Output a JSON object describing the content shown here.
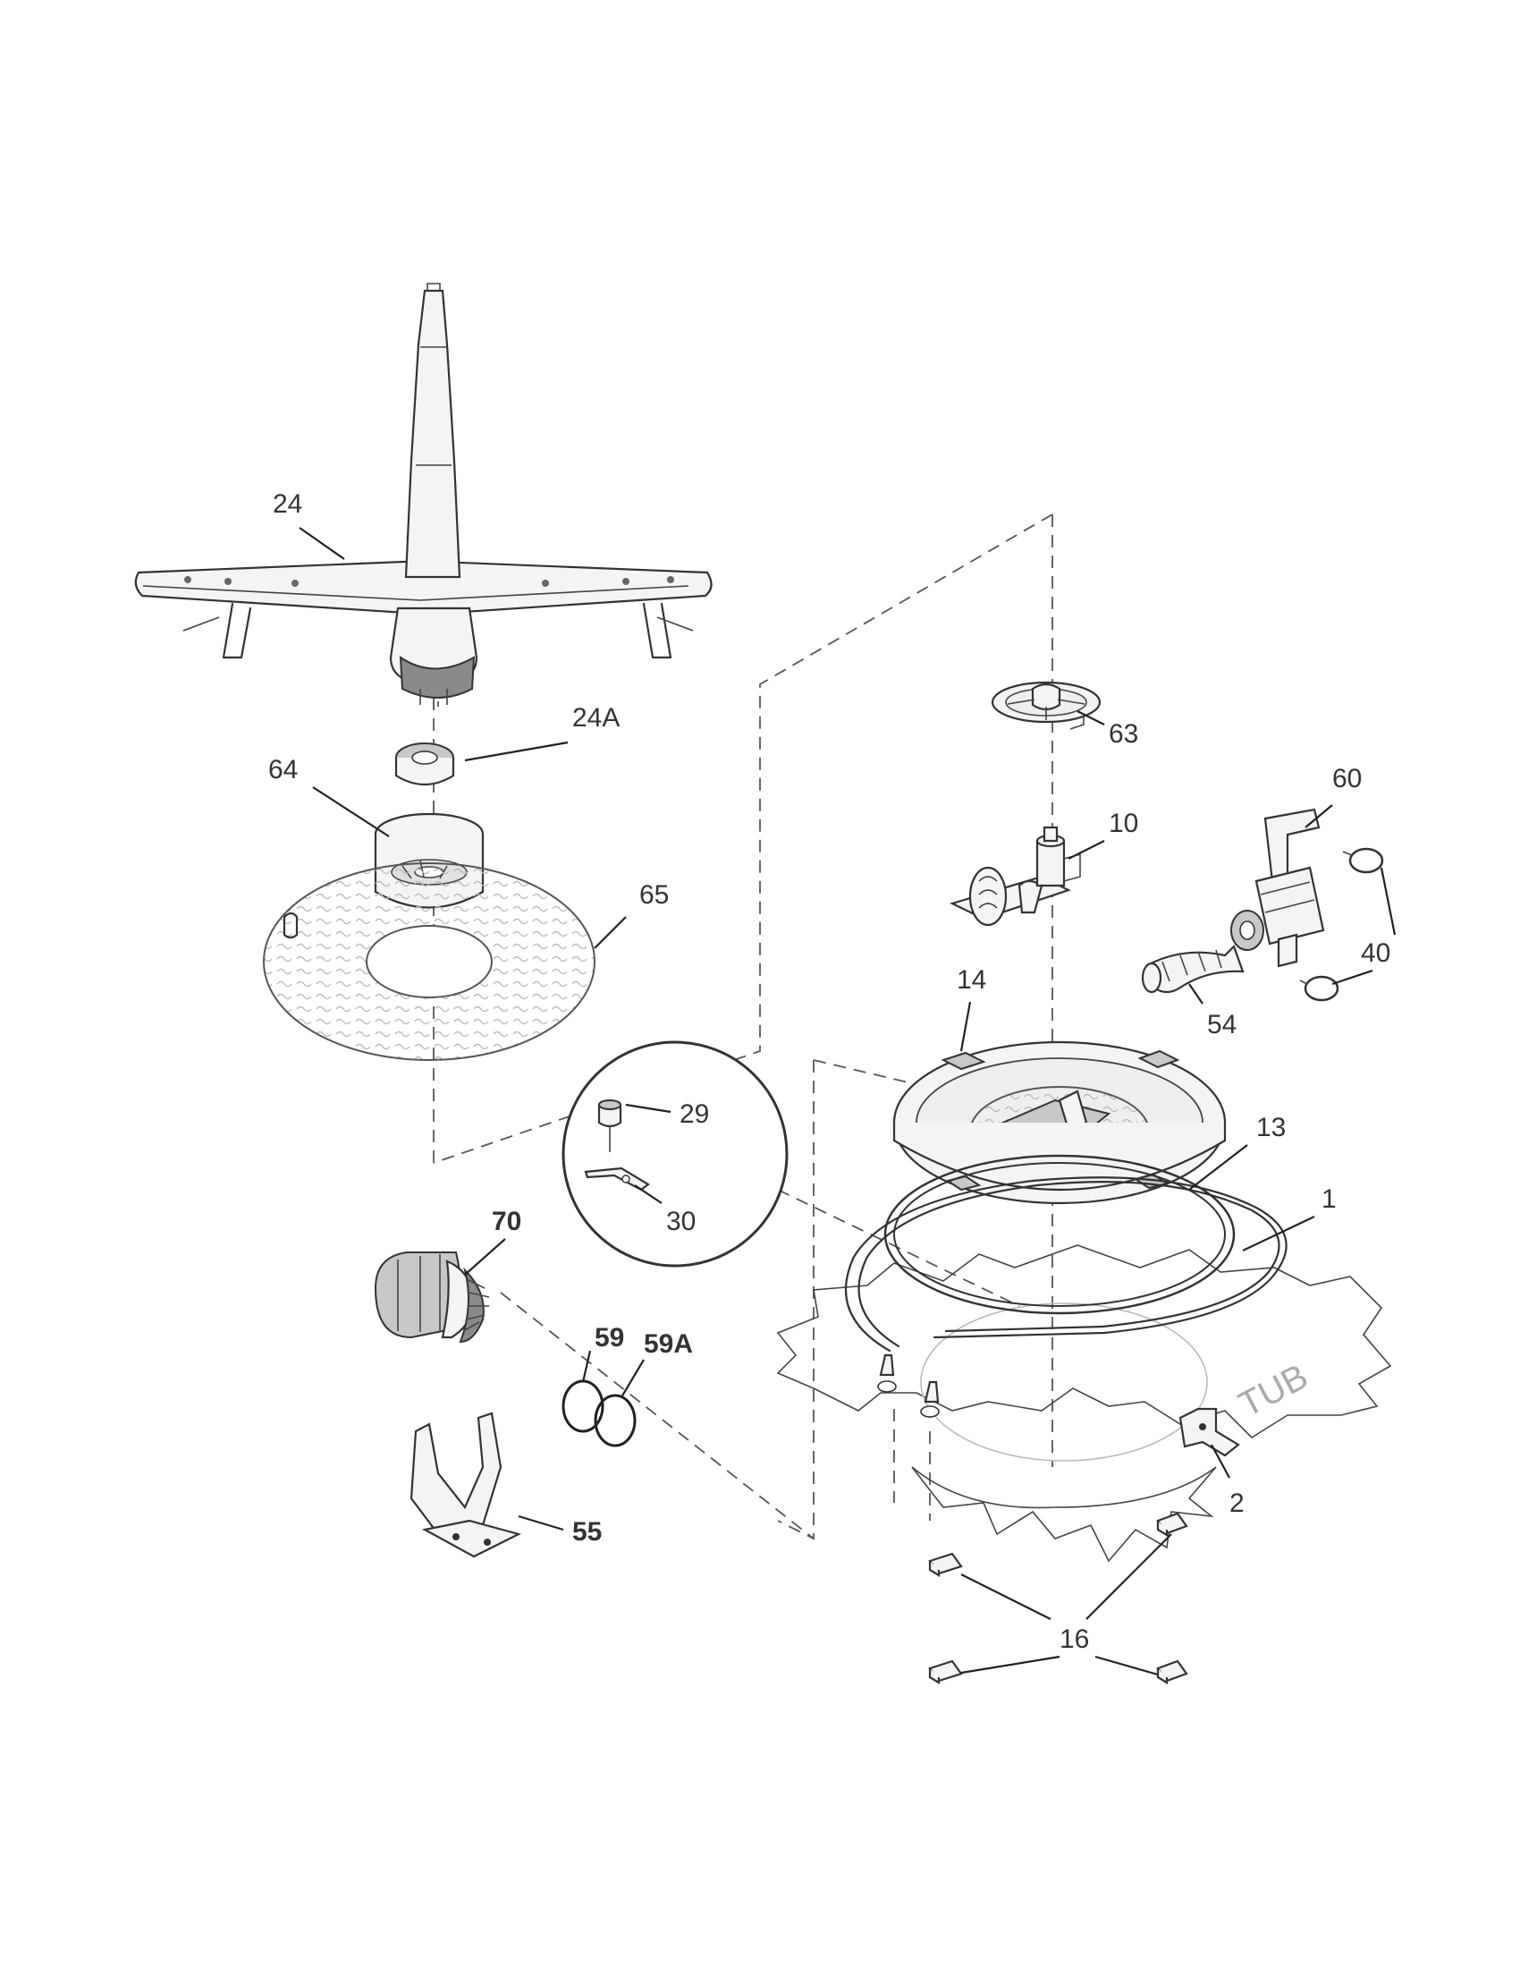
{
  "callouts": {
    "c24": "24",
    "c24A": "24A",
    "c64": "64",
    "c65": "65",
    "c63": "63",
    "c10": "10",
    "c60": "60",
    "c40": "40",
    "c54": "54",
    "c14": "14",
    "c13": "13",
    "c1": "1",
    "c29": "29",
    "c30": "30",
    "c70": "70",
    "c59": "59",
    "c59A": "59A",
    "c55": "55",
    "c2": "2",
    "c16": "16"
  },
  "tub_label": "TUB"
}
